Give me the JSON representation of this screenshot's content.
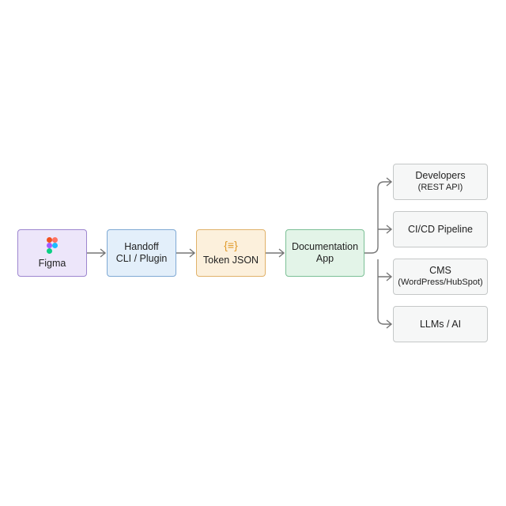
{
  "nodes": [
    {
      "label": "Figma",
      "icon": "figma-logo-icon"
    },
    {
      "label": "Handoff",
      "label2": "CLI / Plugin"
    },
    {
      "label": "Token JSON",
      "icon": "json-braces-icon"
    },
    {
      "label": "Documentation",
      "label2": "App"
    }
  ],
  "outputs": [
    {
      "label": "Developers",
      "sub": "(REST API)"
    },
    {
      "label": "CI/CD Pipeline"
    },
    {
      "label": "CMS",
      "sub": "(WordPress/HubSpot)"
    },
    {
      "label": "LLMs / AI"
    }
  ],
  "colors": {
    "figma": "#ede6fa",
    "handoff": "#e3effa",
    "token": "#fcf0dc",
    "docs": "#e3f4e8",
    "output": "#f6f7f7",
    "arrow": "#777777"
  }
}
